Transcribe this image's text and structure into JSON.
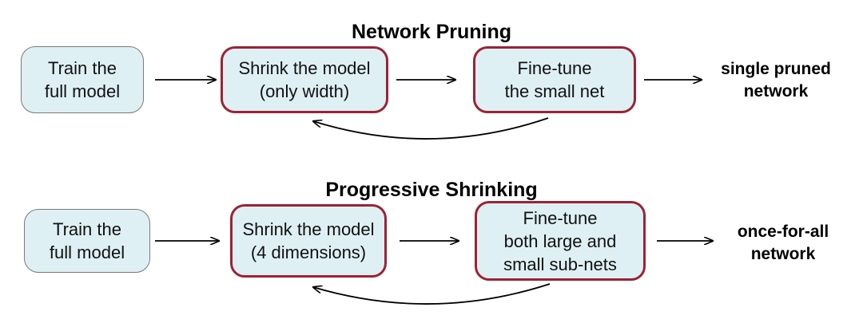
{
  "pruning": {
    "title": "Network Pruning",
    "step1": "Train the\nfull model",
    "step2": "Shrink the model\n(only width)",
    "step3": "Fine-tune\nthe small net",
    "result": "single pruned\nnetwork"
  },
  "progressive": {
    "title": "Progressive Shrinking",
    "step1": "Train the\nfull model",
    "step2": "Shrink the model\n(4 dimensions)",
    "step3": "Fine-tune\nboth large and\nsmall sub-nets",
    "result": "once-for-all\nnetwork"
  },
  "colors": {
    "box_fill": "#def0f3",
    "highlight_border": "#9b2335",
    "plain_border": "#7a7a7a"
  }
}
